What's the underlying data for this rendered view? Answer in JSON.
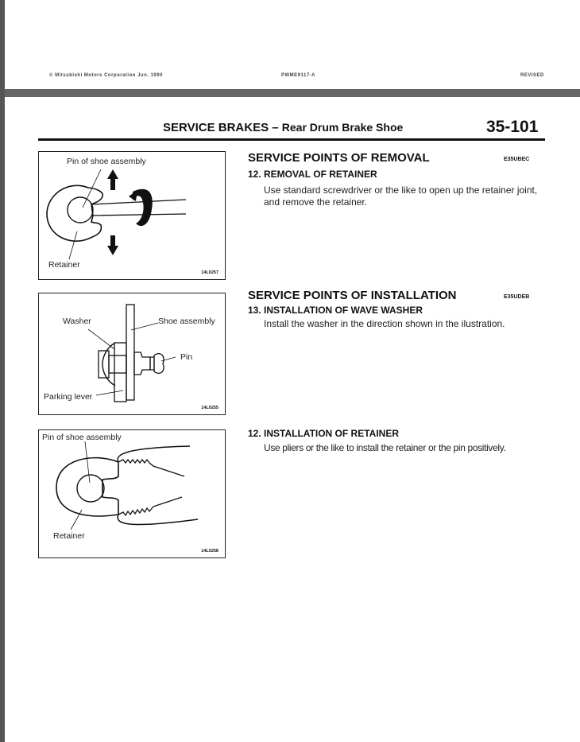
{
  "fax_header": {
    "left": "© Mitsubishi Motors Corporation  Jun. 1990",
    "center": "PWME9117-A",
    "right": "REVISED"
  },
  "header": {
    "section": "SERVICE BRAKES",
    "dash": "–",
    "subtitle": "Rear Drum Brake Shoe",
    "page": "35-101"
  },
  "figures": [
    {
      "labels": [
        "Pin of shoe assembly",
        "Retainer"
      ],
      "code": "14L0257"
    },
    {
      "labels": [
        "Washer",
        "Shoe assembly",
        "Pin",
        "Parking lever"
      ],
      "code": "14L0255"
    },
    {
      "labels": [
        "Pin of shoe assembly",
        "Retainer"
      ],
      "code": "14L0258"
    }
  ],
  "sections": [
    {
      "title": "SERVICE POINTS OF REMOVAL",
      "code": "E35UBEC",
      "step": "12. REMOVAL OF RETAINER",
      "text": "Use standard screwdriver or the like to open up the retainer joint, and remove the retainer."
    },
    {
      "title": "SERVICE POINTS OF INSTALLATION",
      "code": "E35UDEB",
      "step": "13. INSTALLATION OF WAVE WASHER",
      "text": "Install the washer in the direction shown in the ilustration."
    },
    {
      "step": "12. INSTALLATION OF RETAINER",
      "text": "Use pliers or the like to install the retainer or the pin positively."
    }
  ]
}
